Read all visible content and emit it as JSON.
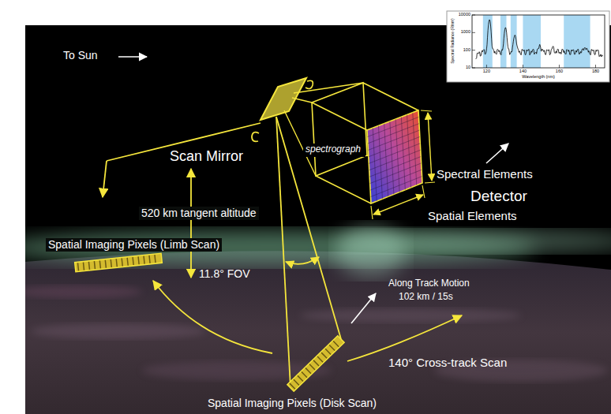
{
  "diagram": {
    "nodes": [
      {
        "text": [
          "spectrograph"
        ]
      }
    ],
    "labels": [
      "To Sun",
      "Scan Mirror",
      "520 km tangent altitude",
      "Spatial Imaging Pixels (Limb Scan)",
      "11.8° FOV",
      "Along Track Motion",
      "102 km / 15s",
      "140° Cross-track Scan",
      "Spatial Imaging Pixels (Disk Scan)",
      "Spectral Elements",
      "Detector",
      "Spatial Elements",
      "10000",
      "1000",
      "100",
      "10",
      "120",
      "140",
      "160",
      "180",
      "Wavelength (nm)",
      "Spectral Radiance (R/nm)"
    ]
  }
}
